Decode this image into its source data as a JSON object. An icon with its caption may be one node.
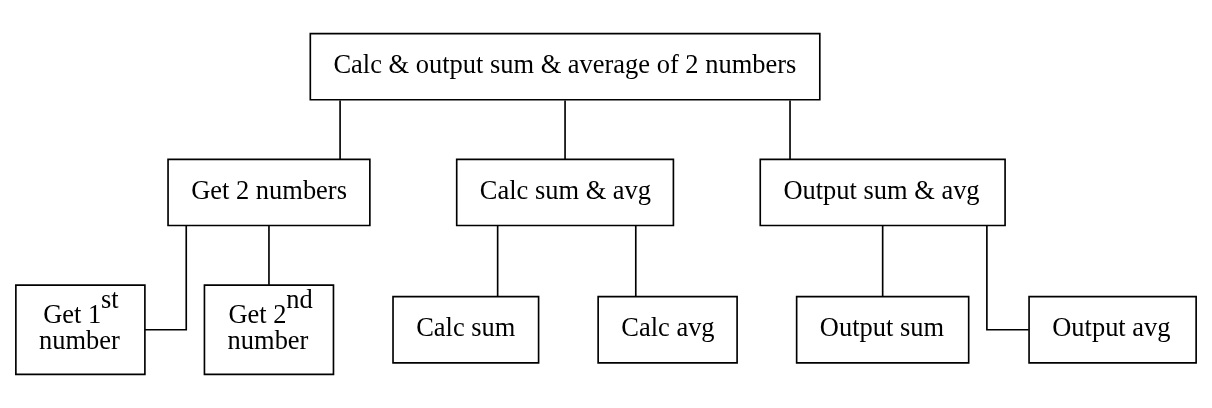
{
  "diagram": {
    "nodes": [
      {
        "text": [
          "Calc & output sum & average of 2 numbers"
        ]
      },
      {
        "text": [
          "Get 2 numbers"
        ]
      },
      {
        "text": [
          "Calc sum & avg"
        ]
      },
      {
        "text": [
          "Output sum & avg"
        ]
      },
      {
        "text": [
          "Get 1$^{st}$ number"
        ]
      },
      {
        "text": [
          "Get 2$^{nd}$ number"
        ]
      },
      {
        "text": [
          "Calc sum"
        ]
      },
      {
        "text": [
          "Calc avg"
        ]
      },
      {
        "text": [
          "Output sum"
        ]
      },
      {
        "text": [
          "Output avg"
        ]
      }
    ],
    "edges": [
      {
        "from": 0,
        "to": 1,
        "arrow": "none"
      },
      {
        "from": 0,
        "to": 2,
        "arrow": "none"
      },
      {
        "from": 0,
        "to": 3,
        "arrow": "none"
      },
      {
        "from": 1,
        "to": 4,
        "arrow": "none"
      },
      {
        "from": 1,
        "to": 5,
        "arrow": "none"
      },
      {
        "from": 2,
        "to": 6,
        "arrow": "none"
      },
      {
        "from": 2,
        "to": 7,
        "arrow": "none"
      },
      {
        "from": 3,
        "to": 8,
        "arrow": "none"
      },
      {
        "from": 3,
        "to": 9,
        "arrow": "none"
      }
    ]
  }
}
